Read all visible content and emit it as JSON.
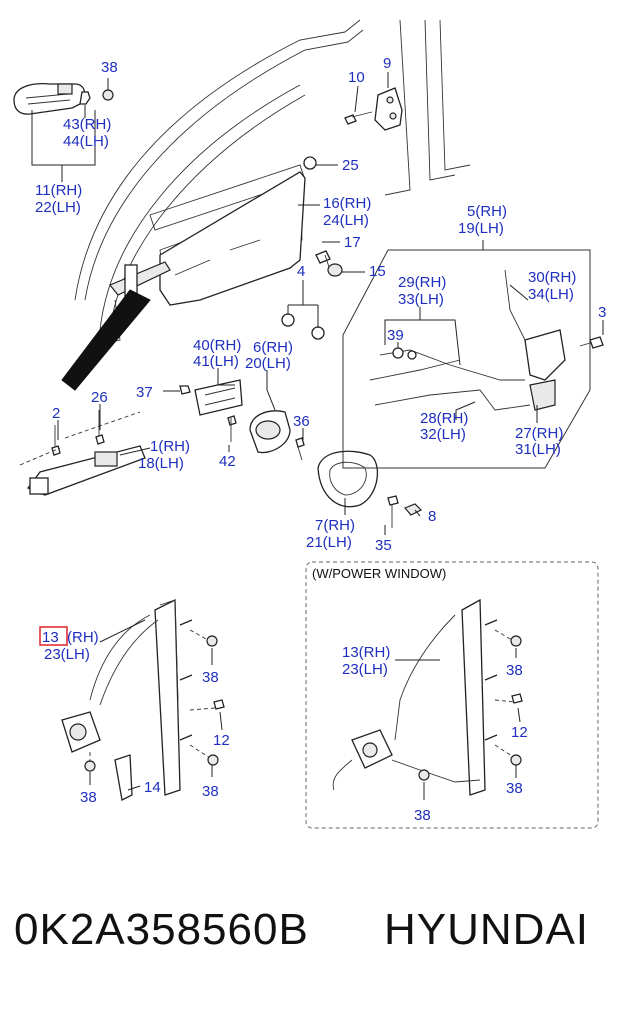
{
  "labels": {
    "p38a": "38",
    "p43": "43(RH)",
    "p44": "44(LH)",
    "p11": "11(RH)",
    "p22": "22(LH)",
    "p10": "10",
    "p9": "9",
    "p25": "25",
    "p16": "16(RH)",
    "p24": "24(LH)",
    "p17": "17",
    "p15": "15",
    "p4": "4",
    "p5": "5(RH)",
    "p19": "19(LH)",
    "p29": "29(RH)",
    "p33": "33(LH)",
    "p30": "30(RH)",
    "p34": "34(LH)",
    "p3": "3",
    "p39": "39",
    "p40": "40(RH)",
    "p41": "41(LH)",
    "p6": "6(RH)",
    "p20": "20(LH)",
    "p37": "37",
    "p2": "2",
    "p26": "26",
    "p1": "1(RH)",
    "p18": "18(LH)",
    "p36": "36",
    "p42": "42",
    "p28": "28(RH)",
    "p32": "32(LH)",
    "p27": "27(RH)",
    "p31": "31(LH)",
    "p7": "7(RH)",
    "p21": "21(LH)",
    "p8": "8",
    "p35": "35",
    "powerTitle": "(W/POWER WINDOW)",
    "p13hl": "13",
    "p13rh": "(RH)",
    "p23": "23(LH)",
    "p38b": "38",
    "p12": "12",
    "p38c": "38",
    "p14": "14",
    "p38d": "38",
    "pw13": "13(RH)",
    "pw23": "23(LH)",
    "pw38a": "38",
    "pw12": "12",
    "pw38b": "38",
    "pw38c": "38"
  },
  "highlight_color": "#e0222a",
  "label_color": "#1f2fbf",
  "footer": {
    "part_number": "0K2A358560B",
    "brand": "HYUNDAI"
  }
}
